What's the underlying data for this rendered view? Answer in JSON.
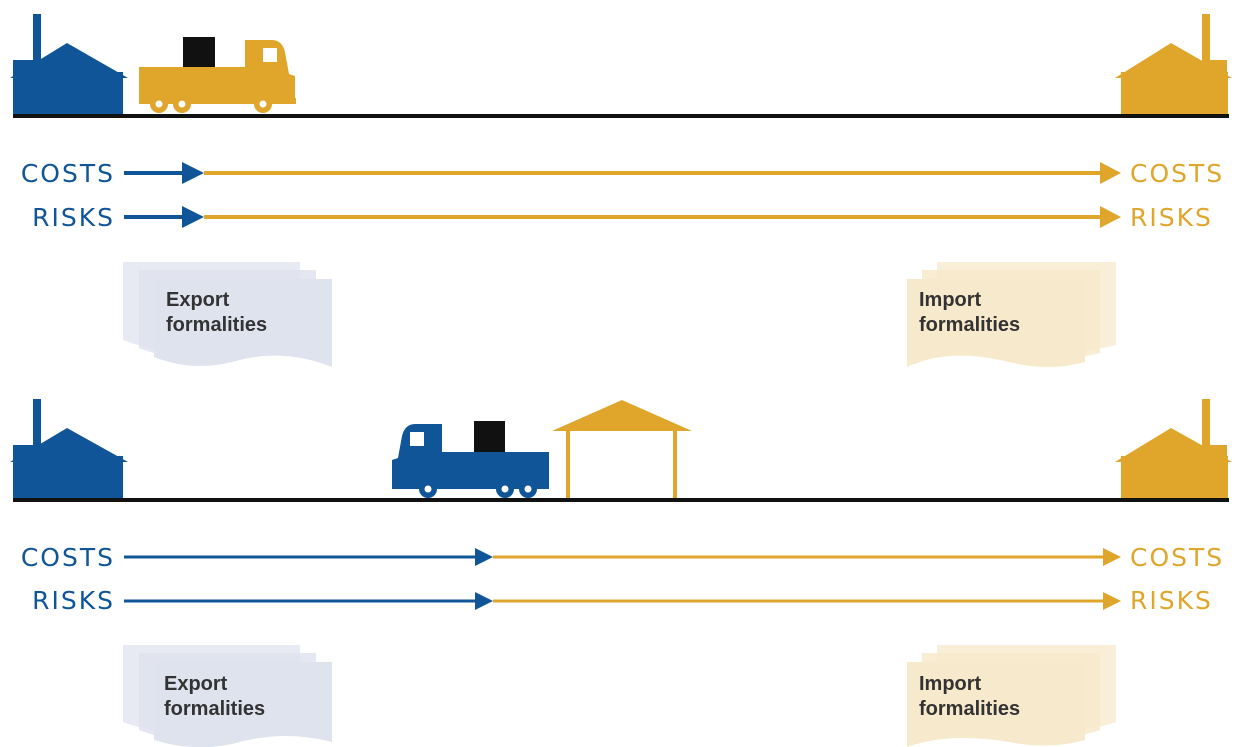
{
  "colors": {
    "seller": "#0f5597",
    "buyer": "#e0a52b",
    "ground": "#111111",
    "cargo": "#111111",
    "export_doc": "#dfe3ee",
    "import_doc": "#f7e9cb"
  },
  "panels": [
    {
      "id": "top",
      "seller_factory_icon": "factory-icon",
      "buyer_factory_icon": "factory-icon",
      "truck_icon": "truck-icon",
      "truck_owner": "buyer",
      "costs": {
        "left_label": "COSTS",
        "right_label": "COSTS"
      },
      "risks": {
        "left_label": "RISKS",
        "right_label": "RISKS"
      },
      "export_doc": {
        "line1": "Export",
        "line2": "formalities"
      },
      "import_doc": {
        "line1": "Import",
        "line2": "formalities"
      }
    },
    {
      "id": "bottom",
      "seller_factory_icon": "factory-icon",
      "buyer_factory_icon": "factory-icon",
      "truck_icon": "truck-icon",
      "truck_owner": "seller",
      "terminal_icon": "shelter-icon",
      "costs": {
        "left_label": "COSTS",
        "right_label": "COSTS"
      },
      "risks": {
        "left_label": "RISKS",
        "right_label": "RISKS"
      },
      "export_doc": {
        "line1": "Export",
        "line2": "formalities"
      },
      "import_doc": {
        "line1": "Import",
        "line2": "formalities"
      }
    }
  ]
}
